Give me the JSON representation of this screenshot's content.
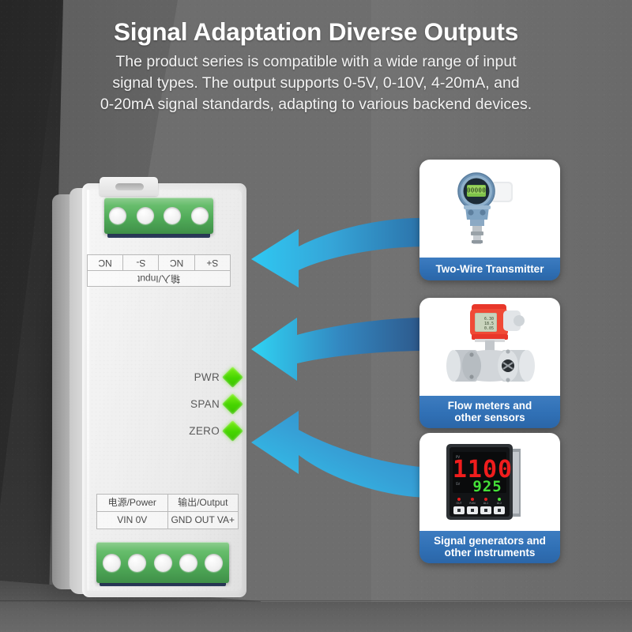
{
  "header": {
    "title": "Signal Adaptation Diverse Outputs",
    "subtitle_line1": "The product series is compatible with a wide range of input",
    "subtitle_line2": "signal types. The output supports 0-5V, 0-10V, 4-20mA, and",
    "subtitle_line3": "0-20mA signal standards, adapting to various backend devices."
  },
  "device": {
    "input_plate": {
      "terminals": [
        "S+",
        "NC",
        "S-",
        "NC"
      ],
      "caption": "输入/Input"
    },
    "bottom_plate": {
      "headers": [
        "电源/Power",
        "输出/Output"
      ],
      "power_terminals": "VIN    0V",
      "output_terminals": "GND OUT VA+"
    },
    "leds": [
      {
        "label": "PWR",
        "color": "#4fd400"
      },
      {
        "label": "SPAN",
        "color": "#4fd400"
      },
      {
        "label": "ZERO",
        "color": "#4fd400"
      }
    ],
    "top_terminal_holes": 4,
    "bottom_terminal_holes": 5
  },
  "cards": [
    {
      "label": "Two-Wire Transmitter",
      "image_name": "two-wire-pressure-transmitter",
      "display_value": "00000"
    },
    {
      "label_line1": "Flow meters and",
      "label_line2": "other sensors",
      "image_name": "turbine-flow-meter"
    },
    {
      "label_line1": "Signal generators and",
      "label_line2": "other instruments",
      "image_name": "digital-panel-controller",
      "display_top": "1100",
      "display_bottom": "925"
    }
  ],
  "arrows": [
    {
      "name": "arrow-to-transmitter",
      "direction": "left",
      "color_start": "#2fc3ee",
      "color_end": "#2a6fa8"
    },
    {
      "name": "arrow-to-flowmeter",
      "direction": "left",
      "color_start": "#2fd0f0",
      "color_end": "#2f5f92"
    },
    {
      "name": "arrow-to-instruments",
      "direction": "left",
      "color_start": "#31c6f0",
      "color_end": "#2f7fc0"
    }
  ],
  "colors": {
    "background_gray": "#6e6e6e",
    "accent_blue": "#3070b5",
    "led_green": "#4fd400",
    "terminal_green": "#4fa957"
  }
}
